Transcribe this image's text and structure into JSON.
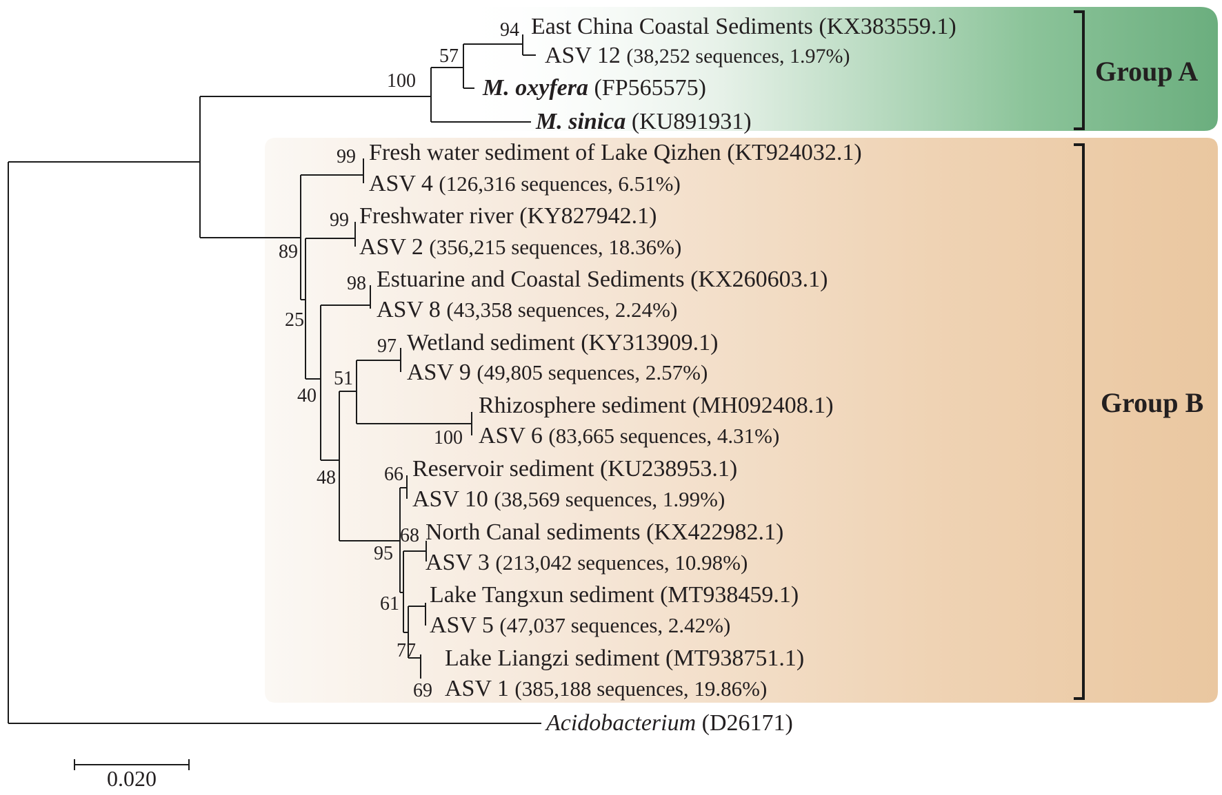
{
  "leaves": {
    "east_china": {
      "name": "East China Coastal Sediments",
      "acc": "(KX383559.1)"
    },
    "asv12": {
      "name": "ASV 12",
      "detail": "(38,252 sequences, 1.97%)"
    },
    "m_oxyfera": {
      "name": "M. oxyfera",
      "acc": "(FP565575)"
    },
    "m_sinica": {
      "name": "M. sinica",
      "acc": "(KU891931)"
    },
    "qizhen": {
      "name": "Fresh water sediment of Lake Qizhen",
      "acc": "(KT924032.1)"
    },
    "asv4": {
      "name": "ASV 4",
      "detail": "(126,316 sequences, 6.51%)"
    },
    "river": {
      "name": "Freshwater river",
      "acc": "(KY827942.1)"
    },
    "asv2": {
      "name": "ASV 2",
      "detail": "(356,215 sequences, 18.36%)"
    },
    "estuarine": {
      "name": "Estuarine and Coastal Sediments",
      "acc": "(KX260603.1)"
    },
    "asv8": {
      "name": "ASV 8",
      "detail": "(43,358 sequences, 2.24%)"
    },
    "wetland": {
      "name": "Wetland sediment",
      "acc": "(KY313909.1)"
    },
    "asv9": {
      "name": "ASV 9",
      "detail": "(49,805 sequences, 2.57%)"
    },
    "rhizosphere": {
      "name": "Rhizosphere sediment",
      "acc": "(MH092408.1)"
    },
    "asv6": {
      "name": "ASV 6",
      "detail": "(83,665 sequences, 4.31%)"
    },
    "reservoir": {
      "name": "Reservoir sediment",
      "acc": "(KU238953.1)"
    },
    "asv10": {
      "name": "ASV 10",
      "detail": "(38,569 sequences, 1.99%)"
    },
    "north_canal": {
      "name": "North Canal sediments",
      "acc": "(KX422982.1)"
    },
    "asv3": {
      "name": "ASV 3",
      "detail": "(213,042 sequences, 10.98%)"
    },
    "tangxun": {
      "name": "Lake Tangxun sediment",
      "acc": "(MT938459.1)"
    },
    "asv5": {
      "name": "ASV 5",
      "detail": "(47,037 sequences, 2.42%)"
    },
    "liangzi": {
      "name": "Lake Liangzi sediment",
      "acc": "(MT938751.1)"
    },
    "asv1": {
      "name": "ASV 1",
      "detail": "(385,188 sequences, 19.86%)"
    },
    "acidobacterium": {
      "name": "Acidobacterium",
      "acc": "(D26171)"
    }
  },
  "bootstrap": {
    "b94": "94",
    "b57": "57",
    "b100a": "100",
    "b99a": "99",
    "b99b": "99",
    "b89": "89",
    "b98": "98",
    "b25": "25",
    "b97": "97",
    "b51": "51",
    "b40": "40",
    "b100b": "100",
    "b66": "66",
    "b48": "48",
    "b68": "68",
    "b95": "95",
    "b61": "61",
    "b77": "77",
    "b69": "69"
  },
  "groups": {
    "a": {
      "label": "Group A",
      "color": "#6bae7e"
    },
    "b": {
      "label": "Group B",
      "color": "#eac7a0"
    }
  },
  "scale_bar": {
    "label": "0.020"
  }
}
